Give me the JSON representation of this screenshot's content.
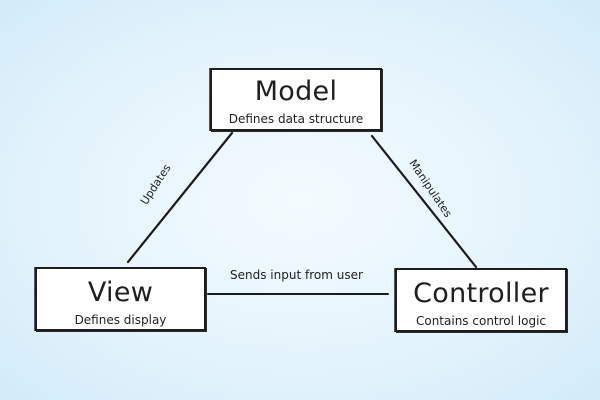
{
  "nodes": {
    "model": {
      "title": "Model",
      "subtitle": "Defines data structure"
    },
    "view": {
      "title": "View",
      "subtitle": "Defines display"
    },
    "controller": {
      "title": "Controller",
      "subtitle": "Contains control logic"
    }
  },
  "edges": {
    "updates": "Updates",
    "manipulates": "Manipulates",
    "sends_input": "Sends input from user"
  }
}
